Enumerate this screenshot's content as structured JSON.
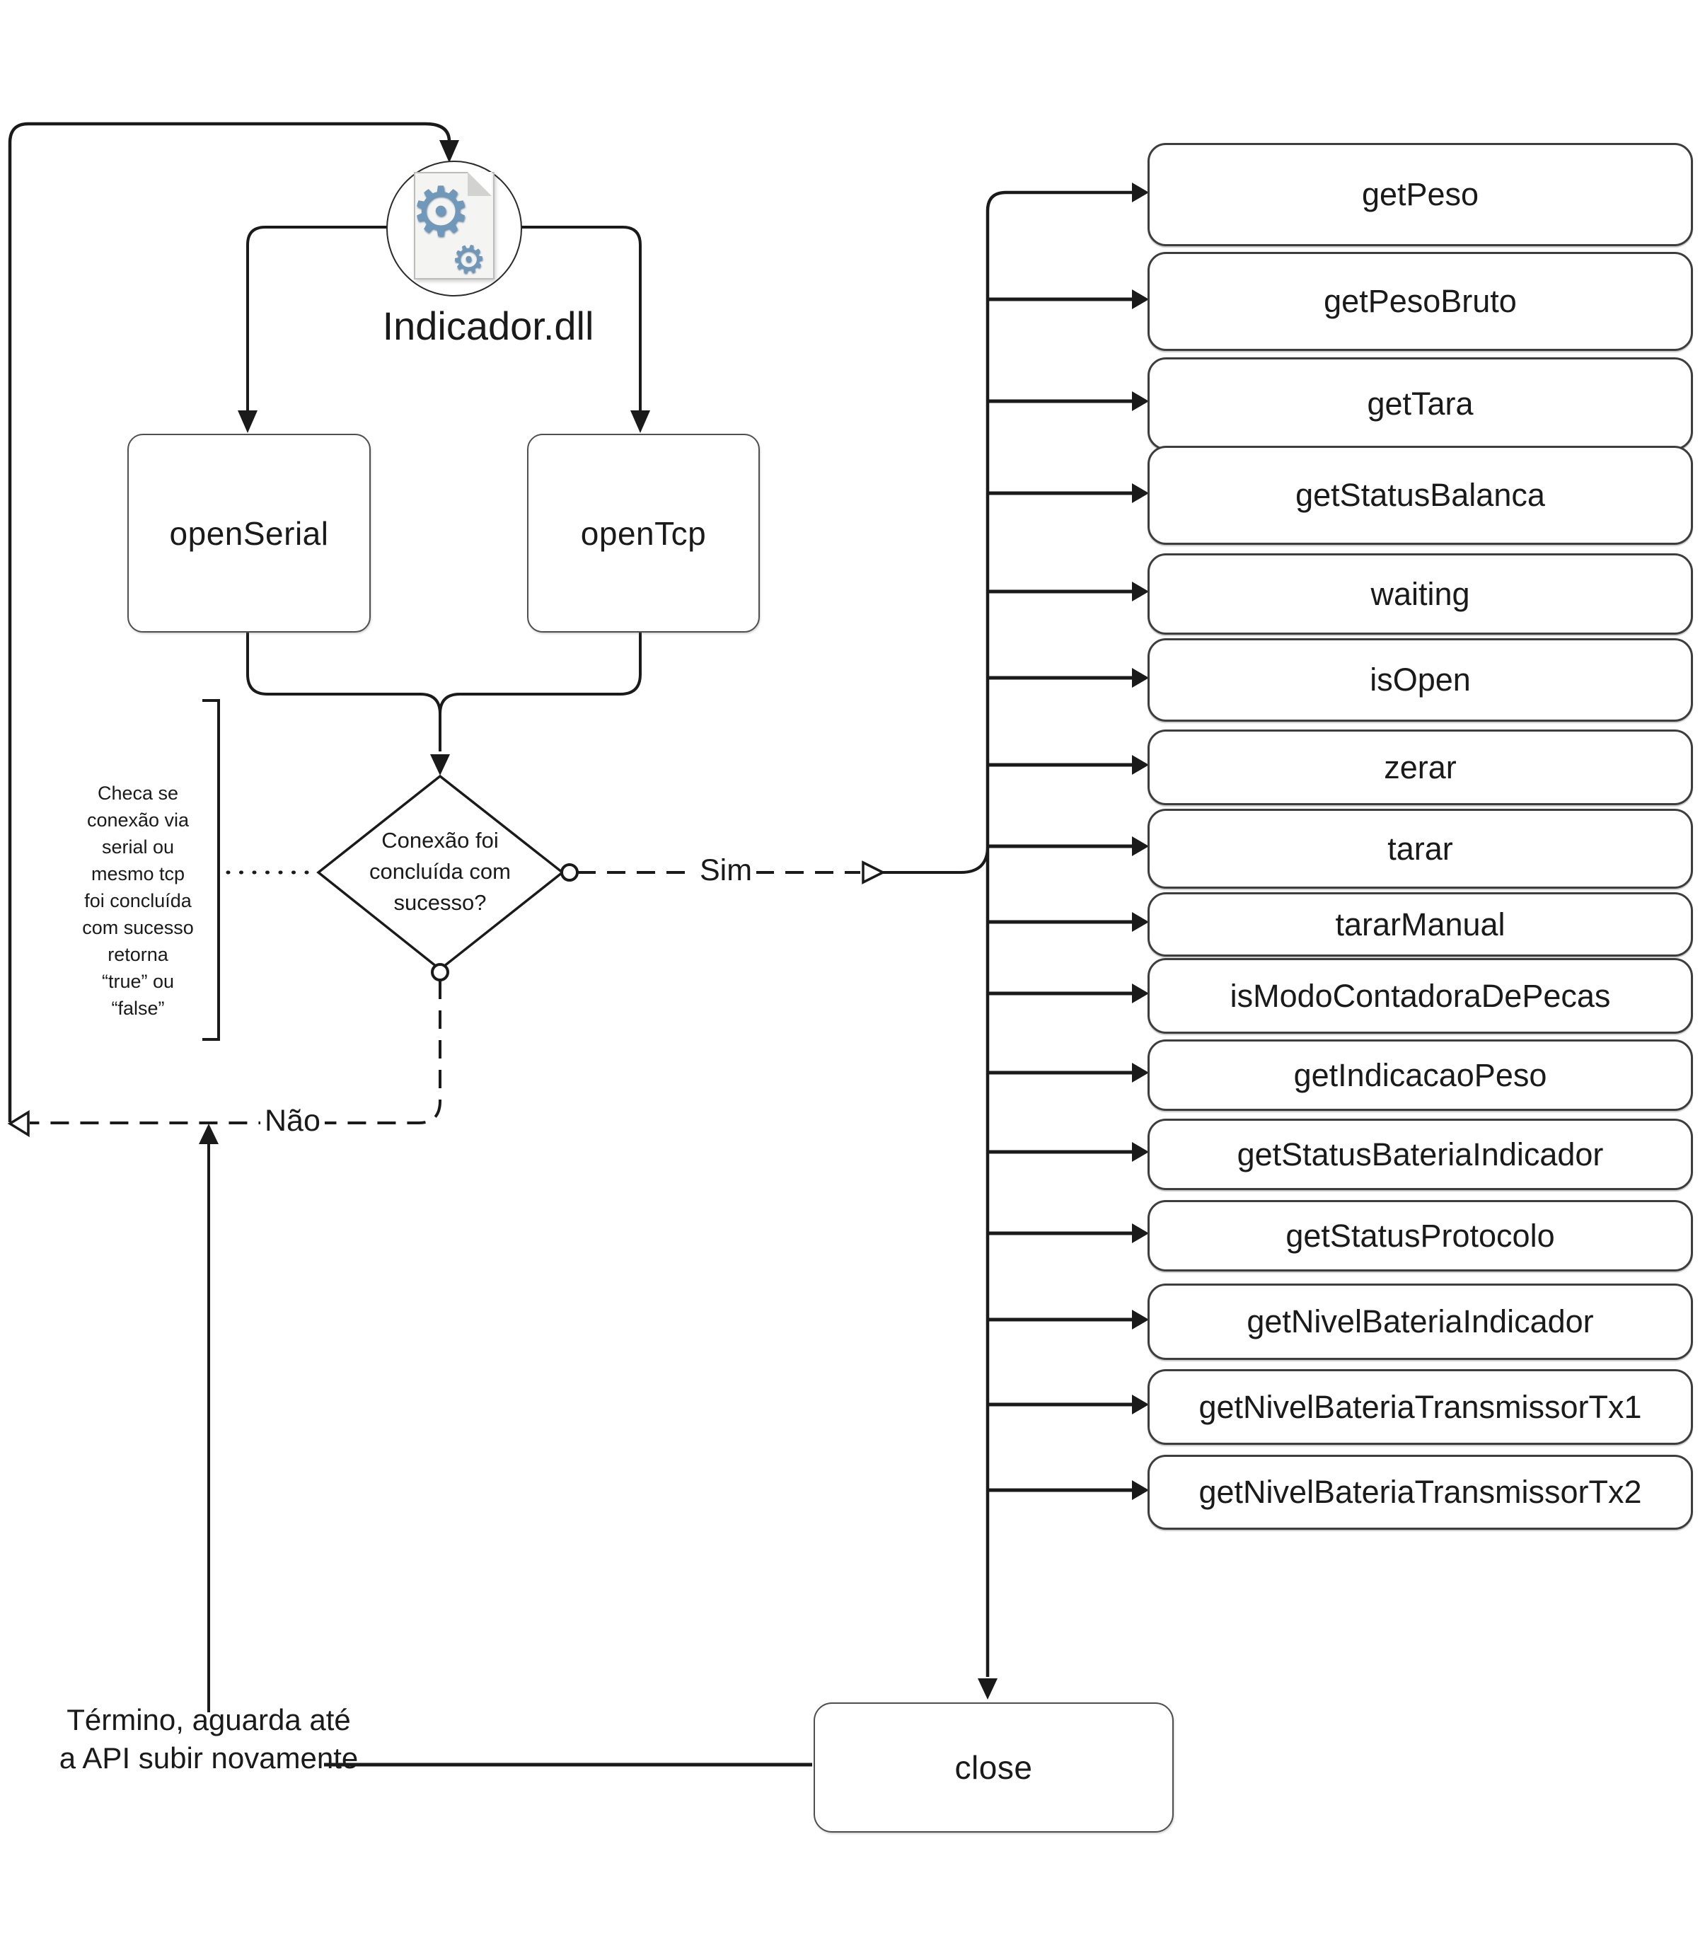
{
  "diagram": {
    "dll": {
      "label": "Indicador.dll"
    },
    "open_serial": {
      "label": "openSerial"
    },
    "open_tcp": {
      "label": "openTcp"
    },
    "decision": {
      "line1": "Conexão foi",
      "line2": "concluída com",
      "line3": "sucesso?"
    },
    "note": {
      "line1": "Checa se",
      "line2": "conexão via",
      "line3": "serial ou",
      "line4": "mesmo tcp",
      "line5": "foi concluída",
      "line6": "com sucesso",
      "line7": "retorna",
      "line8": "“true” ou",
      "line9": "“false”"
    },
    "labels": {
      "yes": "Sim",
      "no": "Não"
    },
    "termination": {
      "line1": "Término, aguarda até",
      "line2": "a API subir novamente"
    },
    "close": {
      "label": "close"
    },
    "api_methods": [
      "getPeso",
      "getPesoBruto",
      "getTara",
      "getStatusBalanca",
      "waiting",
      "isOpen",
      "zerar",
      "tarar",
      "tararManual",
      "isModoContadoraDePecas",
      "getIndicacaoPeso",
      "getStatusBateriaIndicador",
      "getStatusProtocolo",
      "getNivelBateriaIndicador",
      "getNivelBateriaTransmissorTx1",
      "getNivelBateriaTransmissorTx2"
    ]
  },
  "colors": {
    "line": "#1a1a1a",
    "gear_blue": "#6f98ba",
    "box_border": "#3d3d3d"
  }
}
